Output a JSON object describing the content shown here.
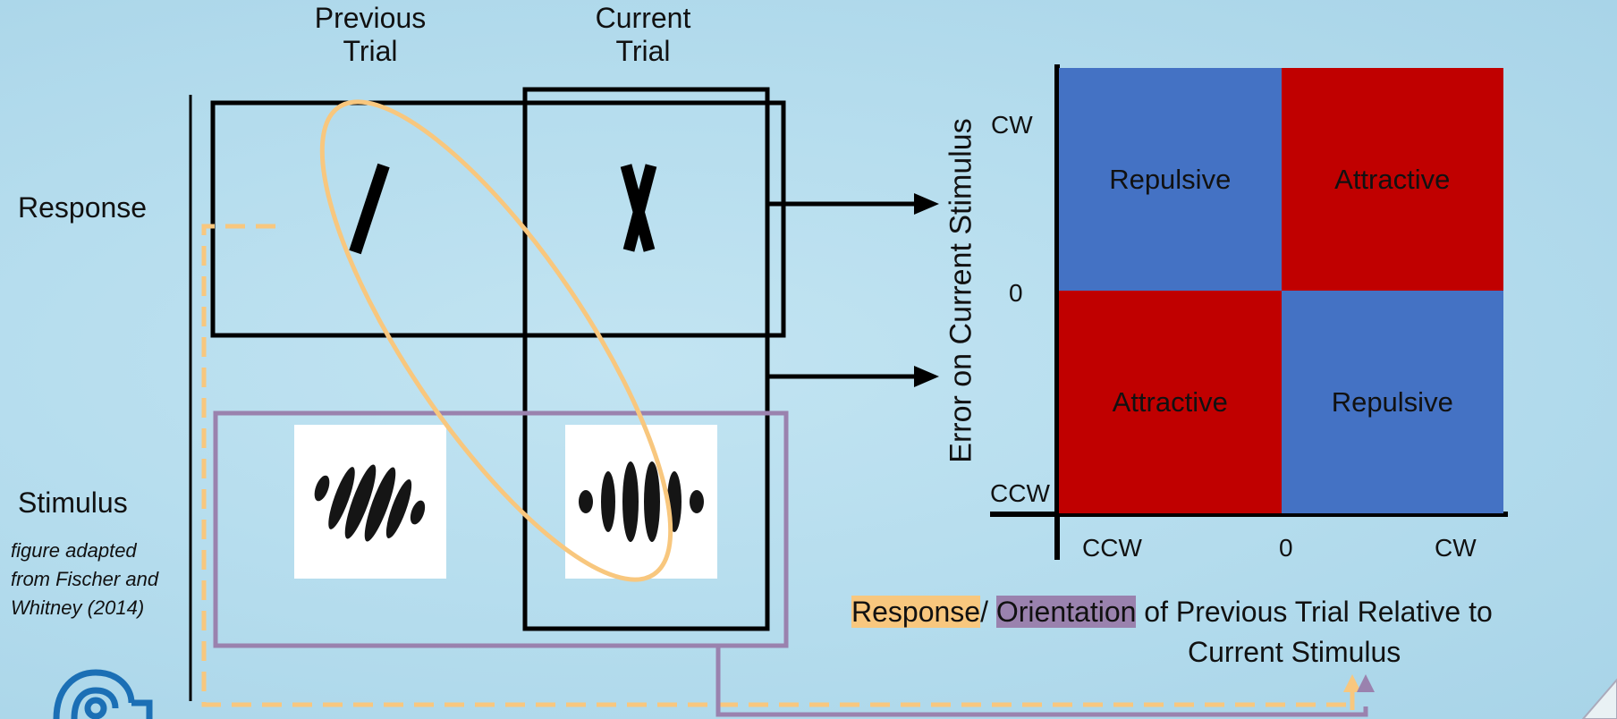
{
  "headers": {
    "previous": "Previous Trial",
    "current": "Current Trial"
  },
  "rows": {
    "response": "Response",
    "stimulus": "Stimulus"
  },
  "citation": "figure adapted from Fischer and Whitney (2014)",
  "matrix": {
    "top_left": "Repulsive",
    "top_right": "Attractive",
    "bottom_left": "Attractive",
    "bottom_right": "Repulsive",
    "colors": {
      "repulsive": "#4472c4",
      "attractive": "#c00000"
    }
  },
  "y_axis": {
    "label": "Error on Current Stimulus",
    "ticks": [
      "CW",
      "0",
      "CCW"
    ]
  },
  "x_axis": {
    "ticks": [
      "CCW",
      "0",
      "CW"
    ]
  },
  "caption": {
    "response": "Response",
    "sep": "/ ",
    "orientation": "Orientation",
    "rest_line1": " of Previous Trial Relative to",
    "line2": "Current Stimulus"
  },
  "colors": {
    "response_highlight": "#f8c77e",
    "orientation_highlight": "#9a82ae"
  }
}
